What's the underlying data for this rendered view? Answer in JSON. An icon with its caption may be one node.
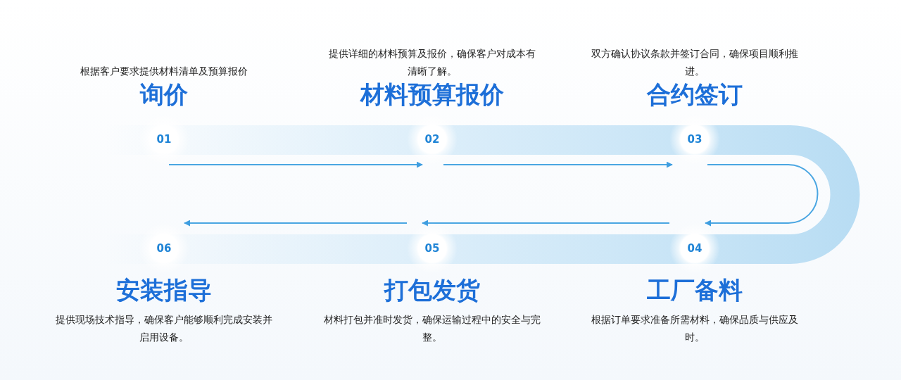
{
  "diagram": {
    "nodes": [
      {
        "text": [
          "01"
        ],
        "beside": [
          "询价",
          "根据客户要求提供材料清单及预算报价"
        ]
      },
      {
        "text": [
          "02"
        ],
        "beside": [
          "材料预算报价",
          "提供详细的材料预算及报价，确保客户对成本有清晰了解。"
        ]
      },
      {
        "text": [
          "03"
        ],
        "beside": [
          "合约签订",
          "双方确认协议条款并签订合同，确保项目顺利推进。"
        ]
      },
      {
        "text": [
          "04"
        ],
        "beside": [
          "工厂备料",
          "根据订单要求准备所需材料，确保品质与供应及时。"
        ]
      },
      {
        "text": [
          "05"
        ],
        "beside": [
          "打包发货",
          "材料打包并准时发货，确保运输过程中的安全与完整。"
        ]
      },
      {
        "text": [
          "06"
        ],
        "beside": [
          "安装指导",
          "提供现场技术指导，确保客户能够顺利完成安装并启用设备。"
        ]
      }
    ],
    "edges": [
      {
        "from": 0,
        "to": 1,
        "arrow": "to"
      },
      {
        "from": 1,
        "to": 2,
        "arrow": "to"
      },
      {
        "from": 2,
        "to": 3,
        "arrow": "to"
      },
      {
        "from": 3,
        "to": 4,
        "arrow": "to"
      },
      {
        "from": 4,
        "to": 5,
        "arrow": "to"
      }
    ]
  }
}
